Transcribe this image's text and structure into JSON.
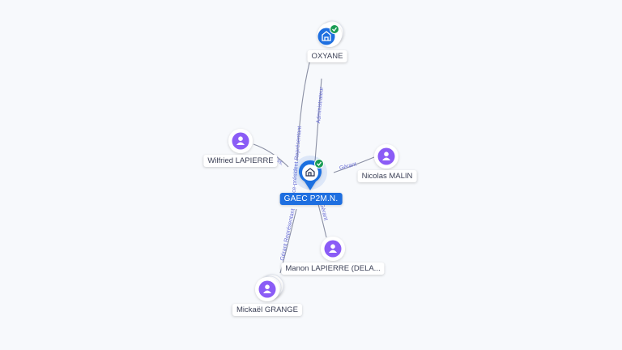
{
  "colors": {
    "company": "#1e6fe0",
    "person": "#8b5cf6",
    "edge": "#8a8fa3",
    "edge_label": "#6a6fd6",
    "check": "#1a9c54"
  },
  "nodes": [
    {
      "id": "gaec",
      "label": "GAEC P2M.N.",
      "kind": "company-main",
      "icon": "company-icon"
    },
    {
      "id": "oxyane",
      "label": "OXYANE",
      "kind": "company",
      "icon": "building-icon"
    },
    {
      "id": "wilfried",
      "label": "Wilfried LAPIERRE",
      "kind": "person",
      "icon": "person-icon"
    },
    {
      "id": "nicolas",
      "label": "Nicolas MALIN",
      "kind": "person",
      "icon": "person-icon"
    },
    {
      "id": "manon",
      "label": "Manon LAPIERRE (DELA...",
      "kind": "person",
      "icon": "person-icon"
    },
    {
      "id": "mickael",
      "label": "Mickaël GRANGE",
      "kind": "person",
      "icon": "person-icon"
    }
  ],
  "edges": [
    {
      "from": "oxyane",
      "to": "gaec",
      "label": "Administrateur"
    },
    {
      "from": "oxyane",
      "to": "gaec",
      "label": "Vice-président Représentant"
    },
    {
      "from": "wilfried",
      "to": "gaec",
      "label": "Ass."
    },
    {
      "from": "nicolas",
      "to": "gaec",
      "label": "Gérant"
    },
    {
      "from": "manon",
      "to": "gaec",
      "label": "Gérant"
    },
    {
      "from": "mickael",
      "to": "gaec",
      "label": "Gérant Représentant"
    }
  ]
}
